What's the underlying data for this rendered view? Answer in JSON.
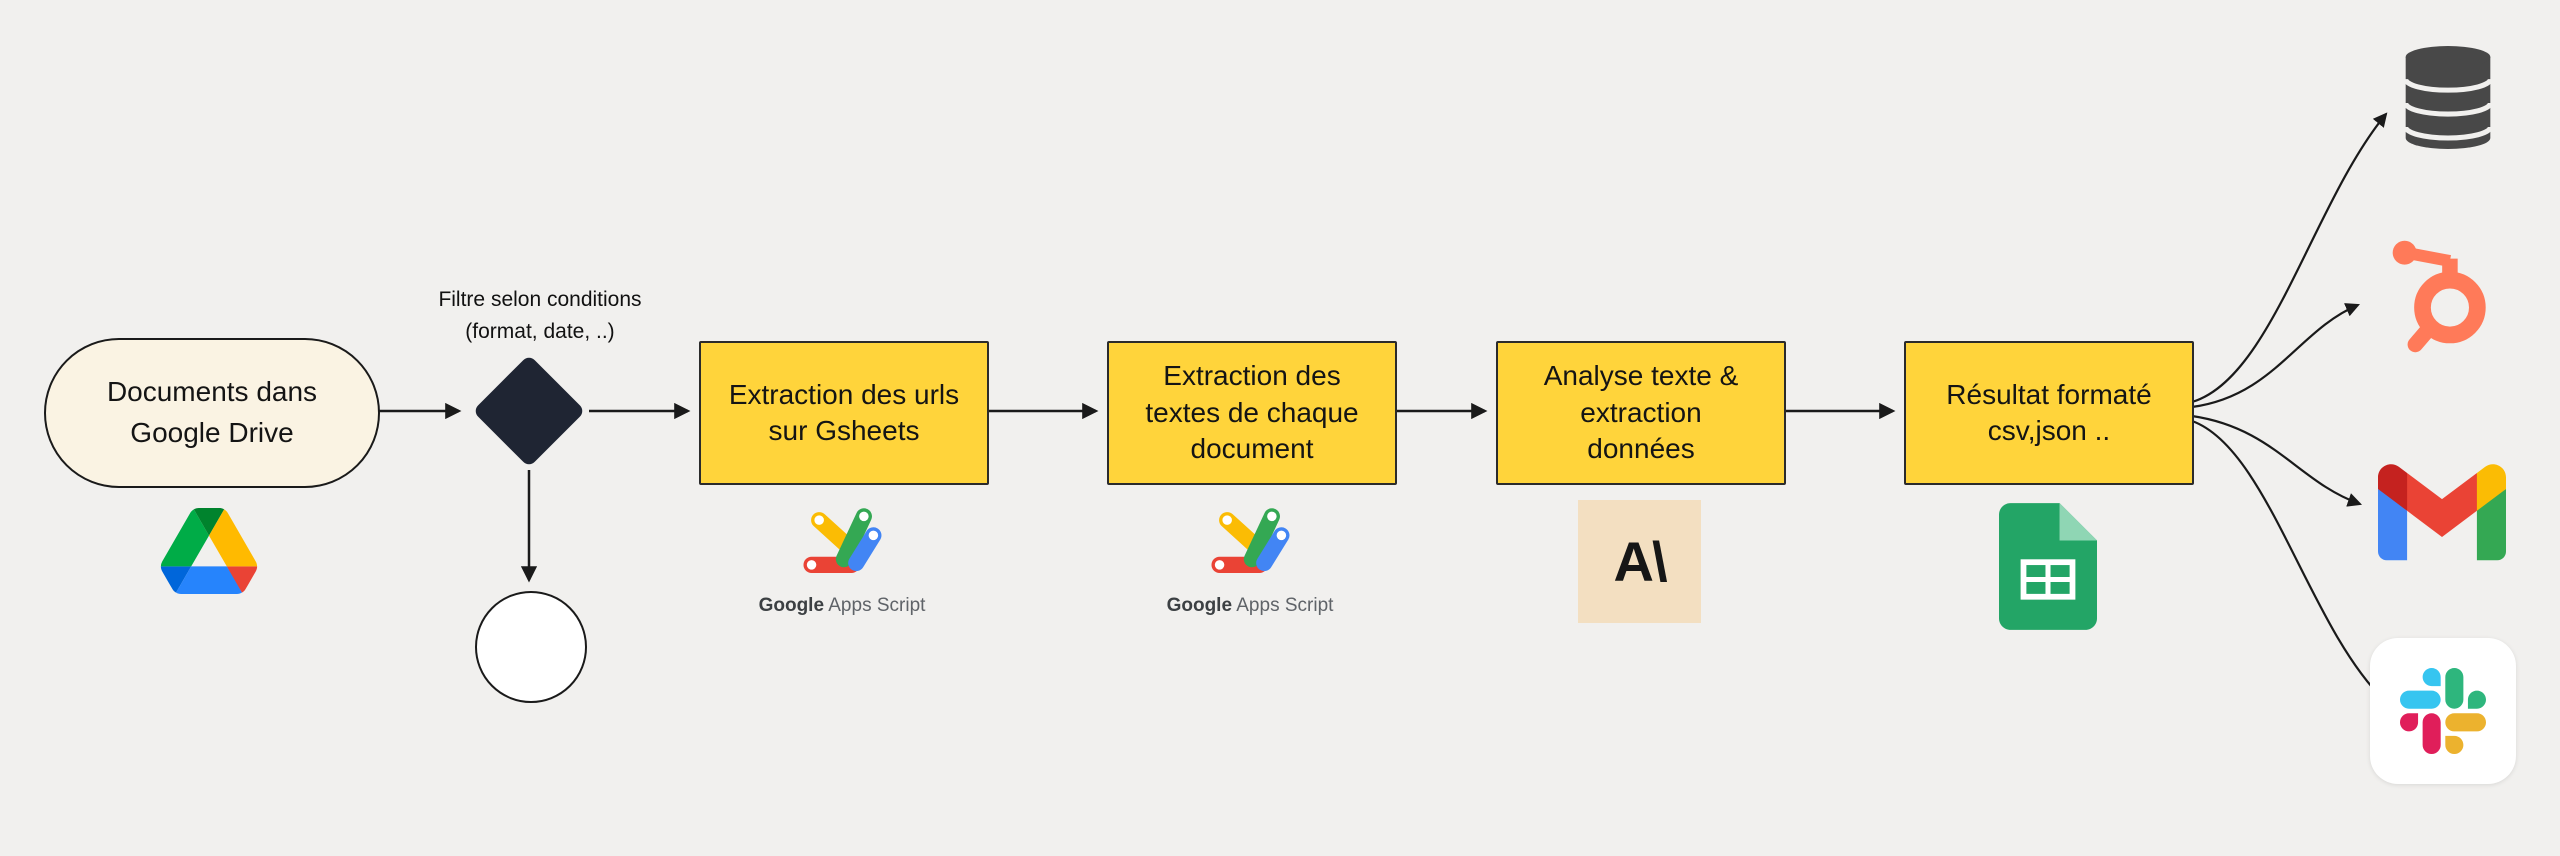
{
  "colors": {
    "background": "#F1F0EE",
    "step_fill": "#FFD43B",
    "step_border": "#2B2B2B",
    "source_fill": "#FAF3E3",
    "diamond_fill": "#1F2533",
    "arrow": "#1A1A1A",
    "anthropic_bg": "#F3DFC1",
    "hubspot_orange": "#FF7A59",
    "database_gray": "#484848",
    "sheets_green": "#23A566",
    "caption_gray": "#5F6368"
  },
  "flow": {
    "source": {
      "lines": [
        "Documents dans",
        "Google Drive"
      ],
      "icon": "google-drive-icon"
    },
    "filter": {
      "lines": [
        "Filtre selon conditions",
        "(format, date, ..)"
      ],
      "shape": "diamond"
    },
    "steps": [
      {
        "lines": [
          "Extraction des urls",
          "sur Gsheets"
        ],
        "tool_icon": "google-apps-script-icon"
      },
      {
        "lines": [
          "Extraction des",
          "textes de chaque",
          "document"
        ],
        "tool_icon": "google-apps-script-icon"
      },
      {
        "lines": [
          "Analyse texte &",
          "extraction",
          "données"
        ],
        "tool_icon": "anthropic-icon"
      },
      {
        "lines": [
          "Résultat formaté",
          "csv,json .."
        ],
        "tool_icon": "google-sheets-icon"
      }
    ],
    "outputs": [
      "database-icon",
      "hubspot-icon",
      "gmail-icon",
      "slack-icon"
    ]
  },
  "tools": {
    "apps_script": {
      "brand": "Google",
      "rest": " Apps Script"
    },
    "anthropic": {
      "glyph": "A\\"
    }
  }
}
